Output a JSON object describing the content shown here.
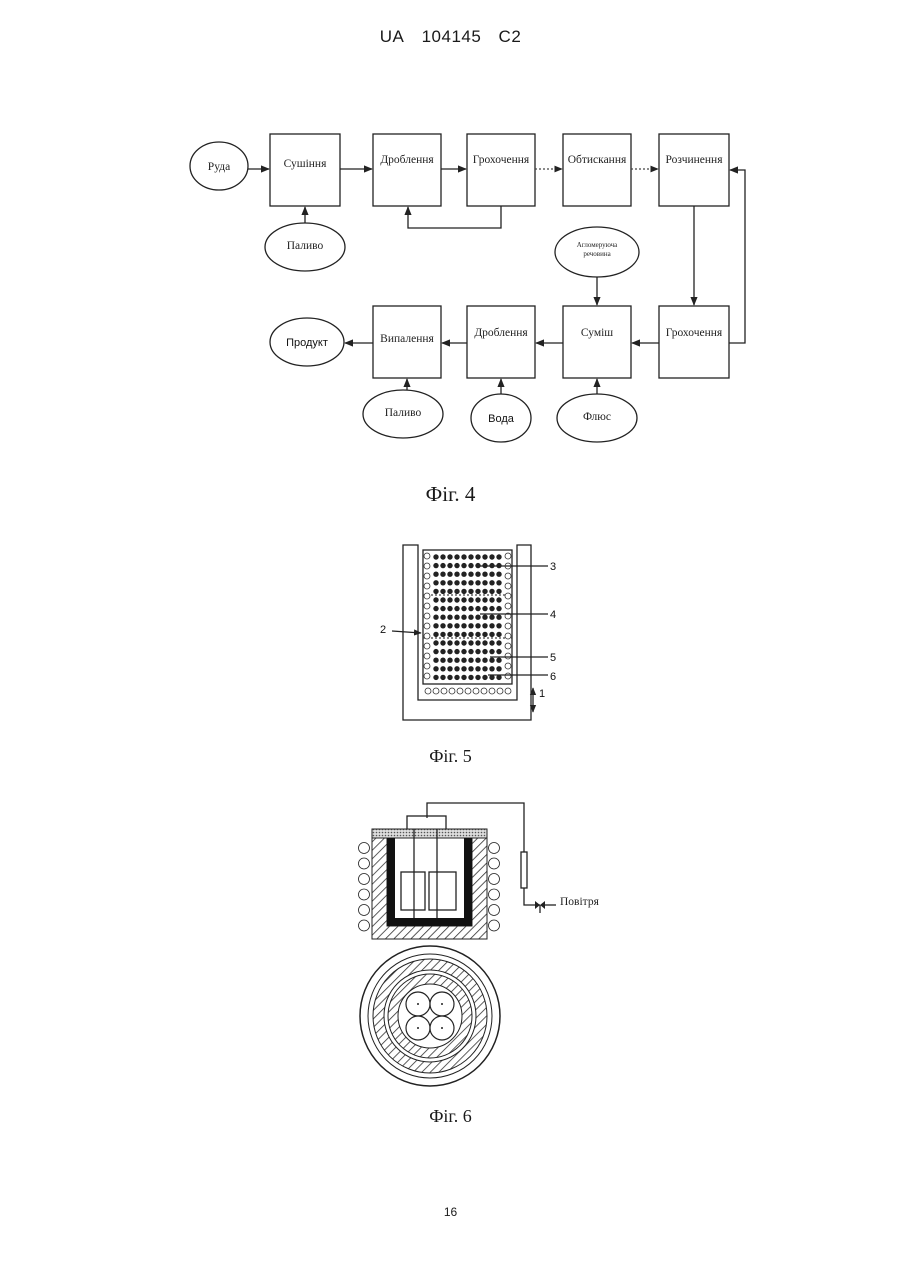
{
  "header": {
    "country": "UA",
    "number": "104145",
    "kind": "C2"
  },
  "fig4": {
    "caption": "Фіг. 4",
    "nodes": {
      "ore": "Руда",
      "drying": "Сушіння",
      "crushing1": "Дроблення",
      "screening1": "Грохочення",
      "grinding": "Обтискання",
      "dissolving": "Розчинення",
      "fuel1": "Паливо",
      "agglomerant": [
        "Агломеруюча",
        "речовина"
      ],
      "product": "Продукт",
      "firing": "Випалення",
      "crushing2": "Дроблення",
      "mixture": "Суміш",
      "screening2": "Грохочення",
      "fuel2": "Паливо",
      "water": "Вода",
      "flux": "Флюс"
    }
  },
  "fig5": {
    "caption": "Фіг. 5",
    "labels": {
      "l1": "1",
      "l2": "2",
      "l3": "3",
      "l4": "4",
      "l5": "5",
      "l6": "6"
    }
  },
  "fig6": {
    "caption": "Фіг. 6",
    "air": "Повітря"
  },
  "page_number": "16"
}
